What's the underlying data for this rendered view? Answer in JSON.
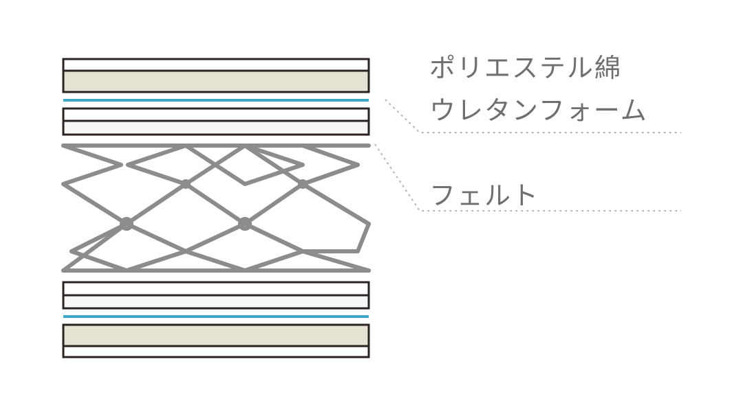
{
  "labels": {
    "polyester_cotton": "ポリエステル綿",
    "urethane_foam": "ウレタンフォーム",
    "felt": "フェルト"
  },
  "colors": {
    "outline": "#2b2222",
    "polyester_fill": "#e4e2d2",
    "urethane_line": "#3ea8c8",
    "spring": "#8c8c8c",
    "leader": "#a9b4bb",
    "label_text": "#6f6f6f"
  }
}
